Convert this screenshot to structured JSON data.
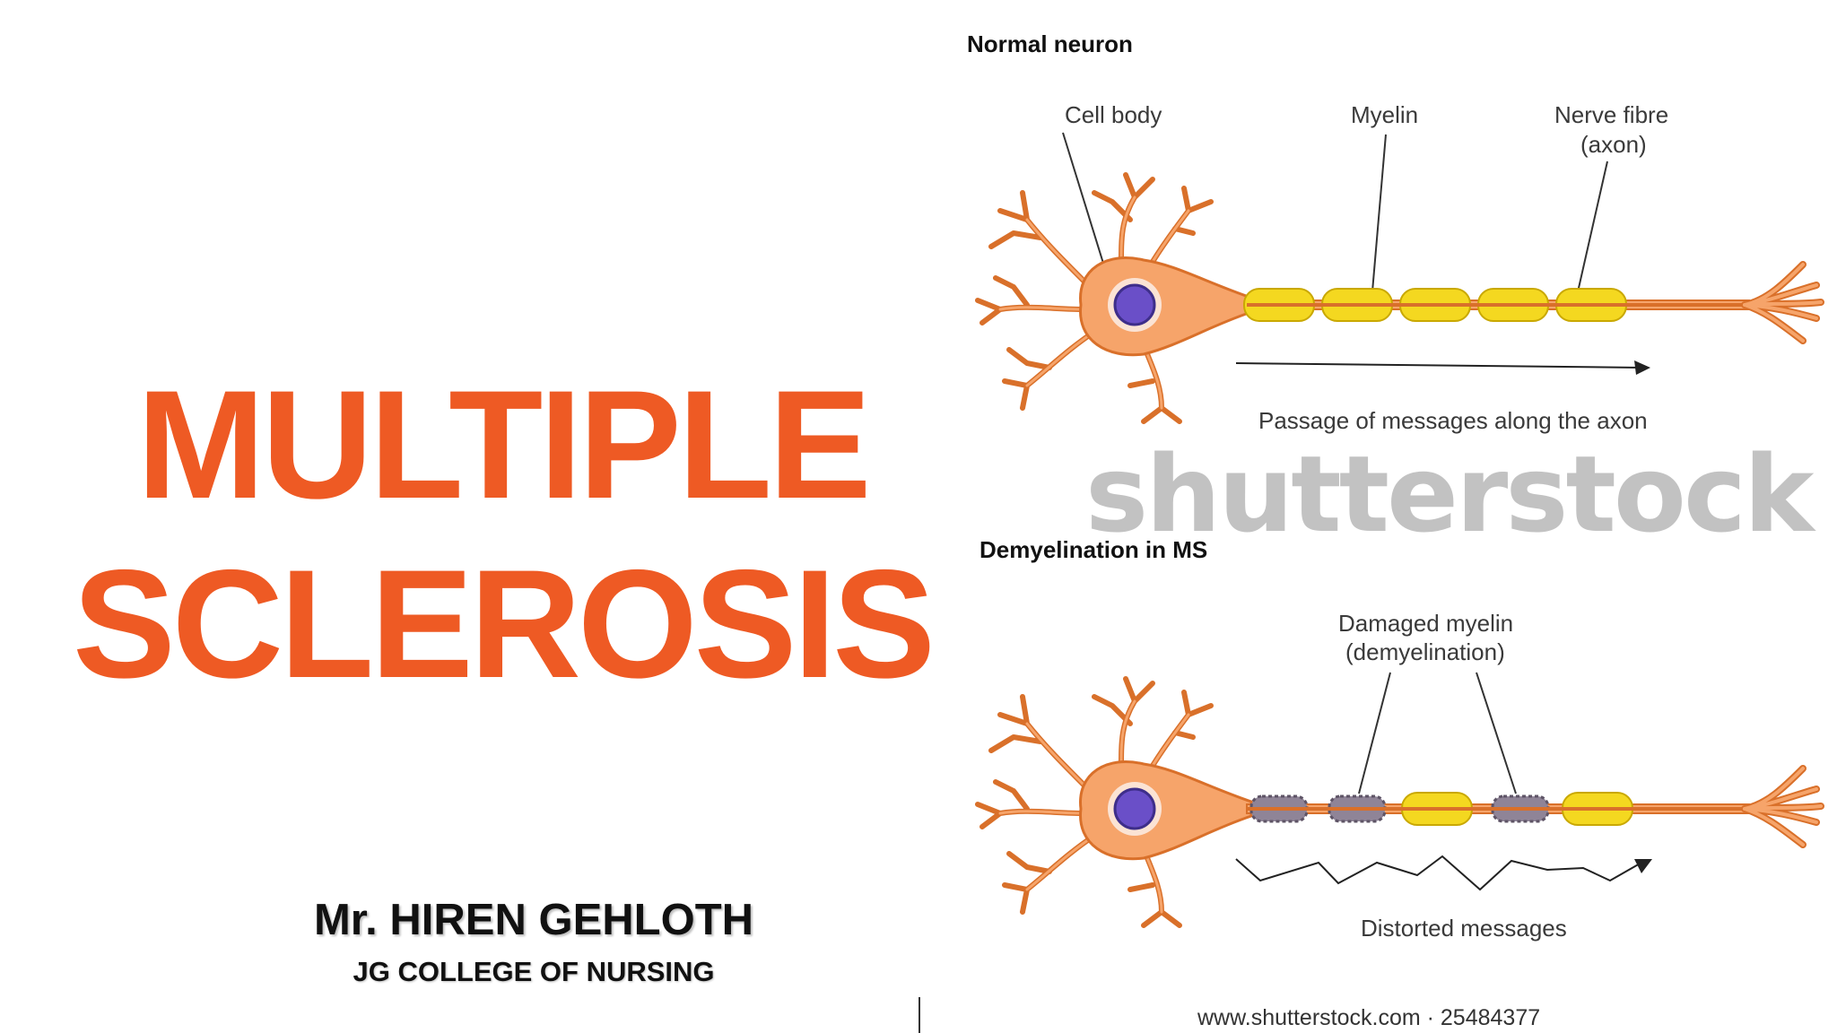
{
  "slide": {
    "title_line1": "MULTIPLE",
    "title_line2": "SCLEROSIS",
    "author": "Mr. HIREN GEHLOTH",
    "institution": "JG COLLEGE OF NURSING"
  },
  "diagram": {
    "normal_heading": "Normal neuron",
    "labels": {
      "cell_body": "Cell body",
      "myelin": "Myelin",
      "nerve_fibre_line1": "Nerve fibre",
      "nerve_fibre_line2": "(axon)",
      "passage": "Passage of messages along the axon"
    },
    "ms_heading": "Demyelination in MS",
    "ms_labels": {
      "damaged_line1": "Damaged myelin",
      "damaged_line2": "(demyelination)",
      "distorted": "Distorted messages"
    },
    "watermark": "shutterstock",
    "source": "www.shutterstock.com · 25484377"
  },
  "colors": {
    "title_orange": "#EE5A24",
    "neuron_orange": "#F6A46A",
    "neuron_outline": "#D9702A",
    "myelin_yellow": "#F4D820",
    "nucleus_purple": "#6A4FC8",
    "damaged_gray": "#7A6E80"
  }
}
